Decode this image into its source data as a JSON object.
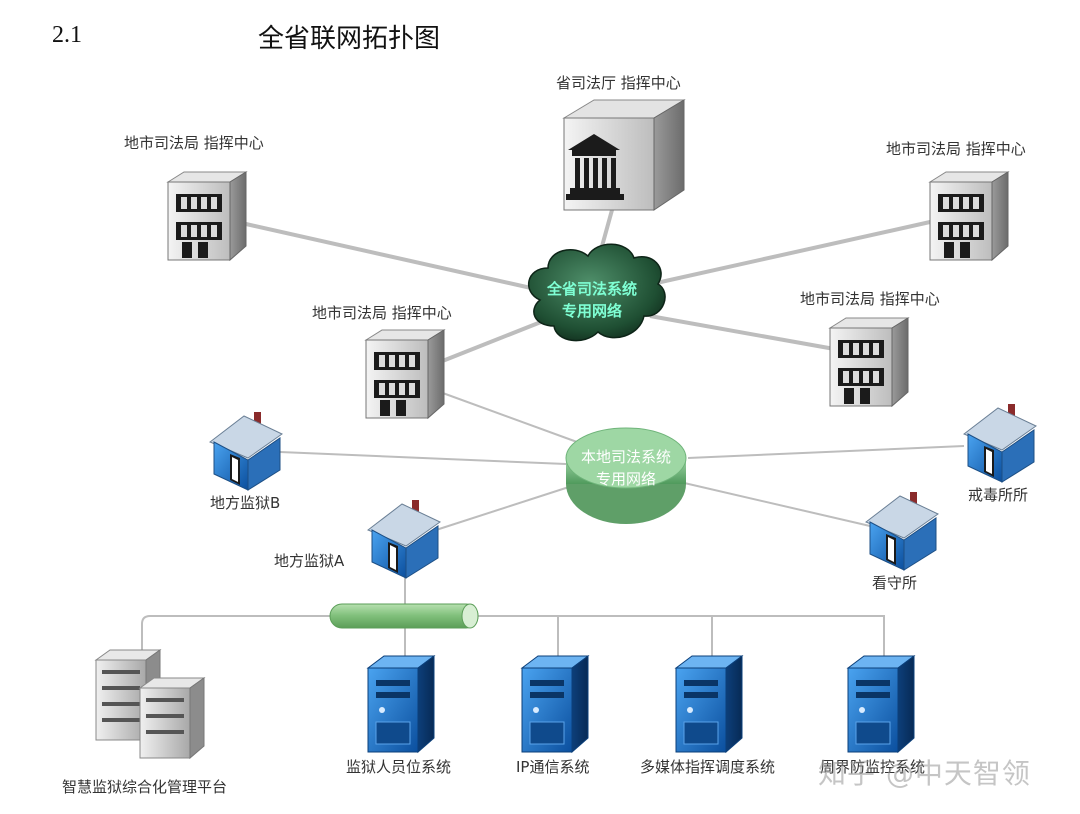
{
  "section": {
    "number": "2.1",
    "title": "全省联网拓扑图"
  },
  "nodes": {
    "province_center": "省司法厅 指挥中心",
    "city_center_nw": "地市司法局 指挥中心",
    "city_center_ne": "地市司法局  指挥中心",
    "city_center_w": "地市司法局  指挥中心",
    "city_center_e": "地市司法局  指挥中心",
    "province_cloud_line1": "全省司法系统",
    "province_cloud_line2": "专用网络",
    "local_network_line1": "本地司法系统",
    "local_network_line2": "专用网络",
    "prison_b": "地方监狱B",
    "prison_a": "地方监狱A",
    "rehab": "戒毒所所",
    "detention": "看守所",
    "platform": "智慧监狱综合化管理平台",
    "personnel_system": "监狱人员位系统",
    "ip_system": "IP通信系统",
    "multimedia_system": "多媒体指挥调度系统",
    "perimeter_system": "周界防监控系统"
  },
  "watermark": "知乎 @中天智领",
  "colors": {
    "cloud_text": "#7fffd4",
    "link_gray": "#b5b5b5",
    "house_blue": "#2f7fd2",
    "server_blue": "#1a73d4",
    "bus_green": "#7fbf7a"
  }
}
